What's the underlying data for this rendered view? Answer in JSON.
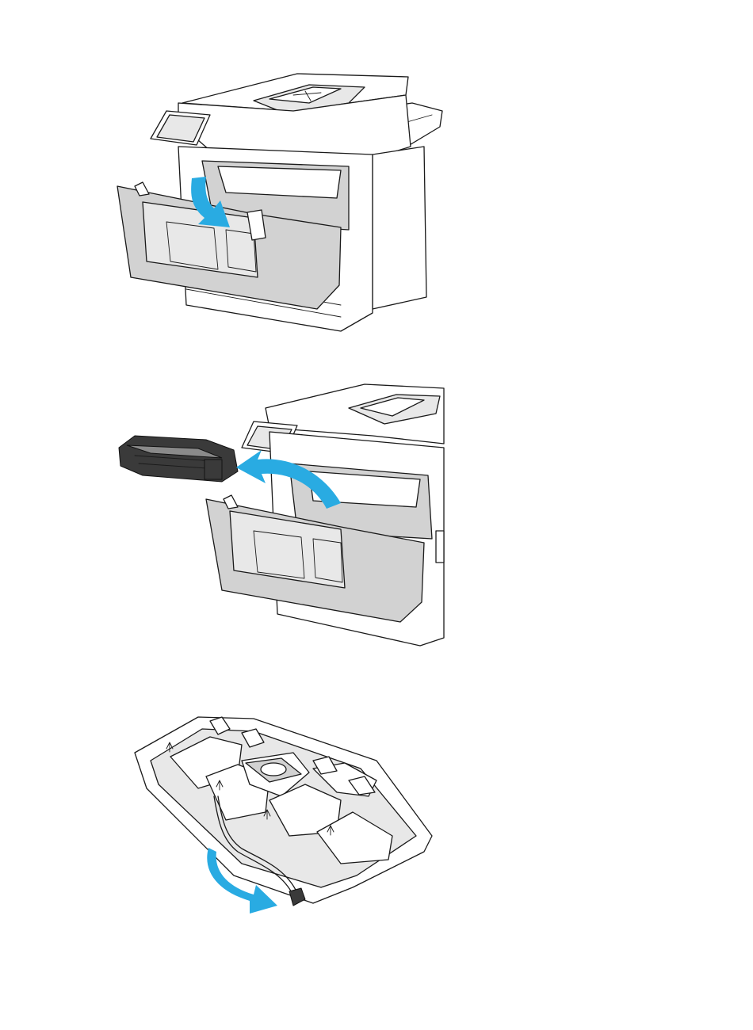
{
  "figures": [
    {
      "icon": "open-front-door-illustration"
    },
    {
      "icon": "remove-toner-cartridge-illustration"
    },
    {
      "icon": "cartridge-packaging-pull-tab-illustration"
    }
  ],
  "colors": {
    "arrow": "#29abe2",
    "line": "#1a1a1a",
    "door": "#d2d2d2",
    "background": "#ffffff"
  }
}
